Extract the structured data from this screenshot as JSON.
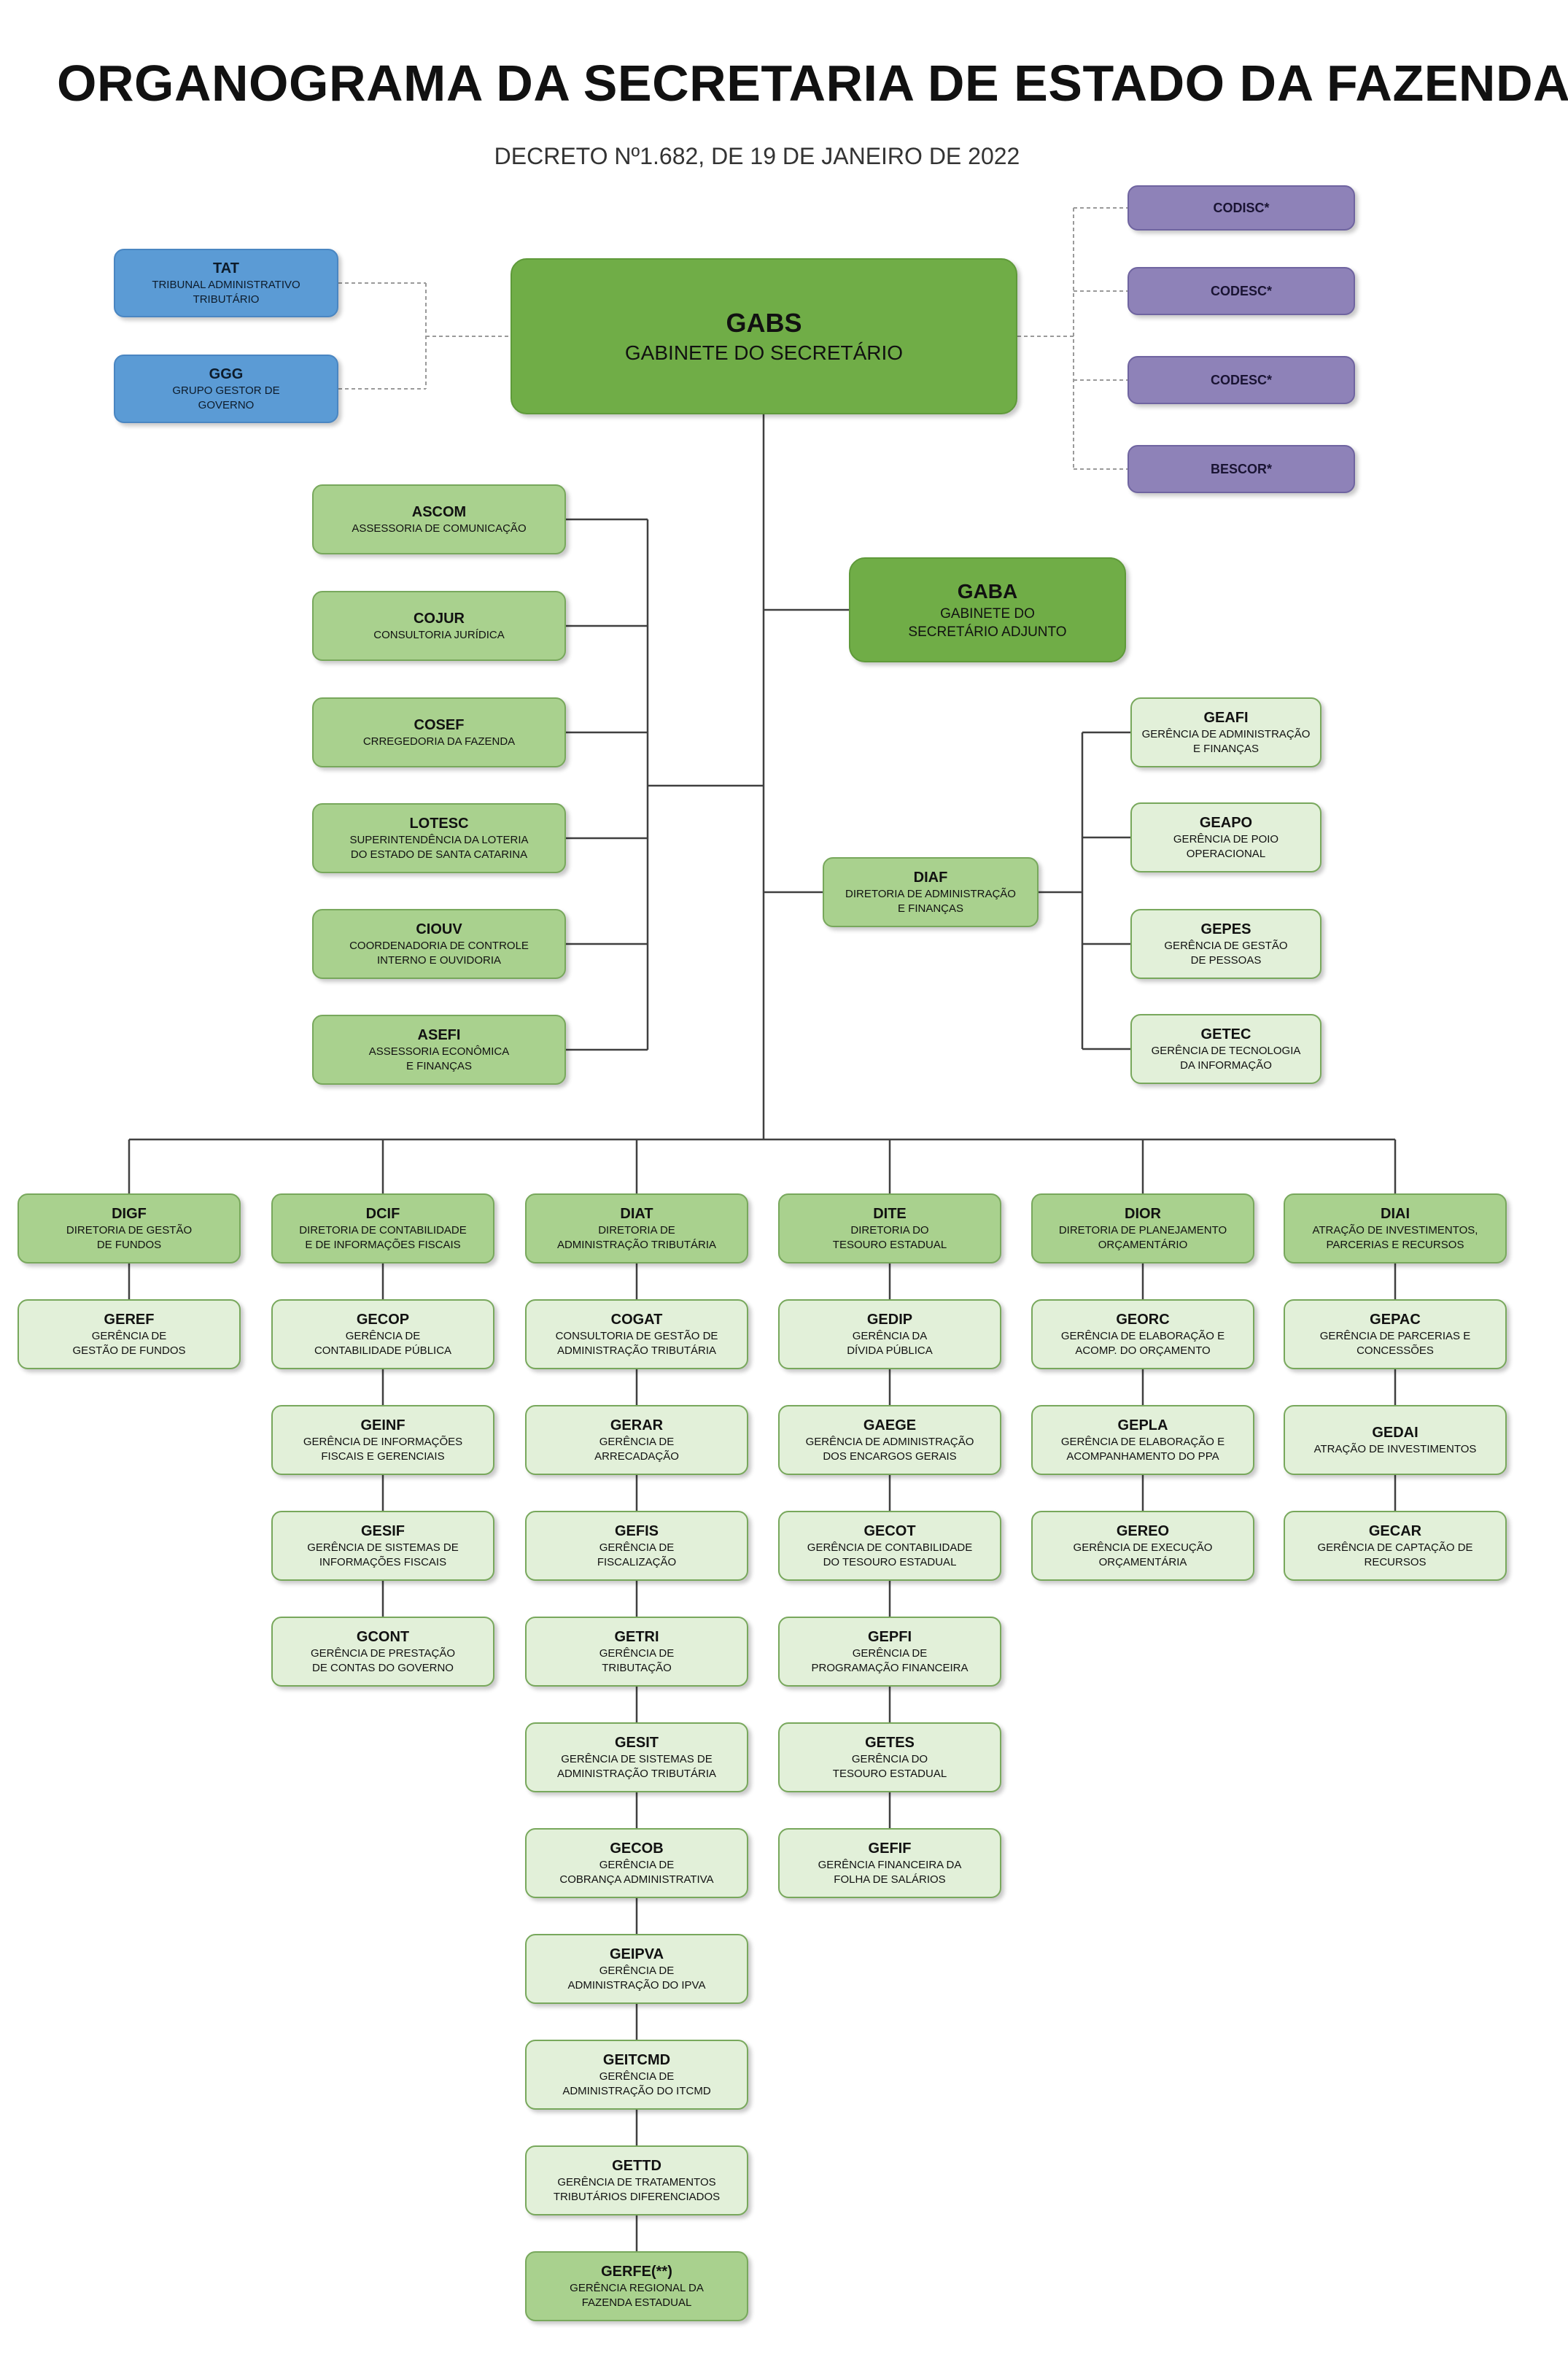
{
  "header": {
    "title": "ORGANOGRAMA DA SECRETARIA DE ESTADO DA FAZENDA",
    "subtitle": "DECRETO Nº1.682, DE 19 DE JANEIRO DE 2022"
  },
  "colors": {
    "blue": "#5b9bd5",
    "purple": "#8e82b8",
    "dark_green": "#70ad47",
    "mid_green": "#a9d18e",
    "light_green": "#e2f0d9",
    "line": "#404040",
    "dotted_line": "#9a9a9a"
  },
  "nodes": {
    "gabs": {
      "code": "GABS",
      "name": "GABINETE DO SECRETÁRIO"
    },
    "tat": {
      "code": "TAT",
      "name": "TRIBUNAL ADMINISTRATIVO\nTRIBUTÁRIO"
    },
    "ggg": {
      "code": "GGG",
      "name": "GRUPO GESTOR DE\nGOVERNO"
    },
    "codisc": {
      "code": "CODISC*",
      "name": ""
    },
    "codesc1": {
      "code": "CODESC*",
      "name": ""
    },
    "codesc2": {
      "code": "CODESC*",
      "name": ""
    },
    "bescor": {
      "code": "BESCOR*",
      "name": ""
    },
    "gaba": {
      "code": "GABA",
      "name": "GABINETE DO\nSECRETÁRIO ADJUNTO"
    },
    "ascom": {
      "code": "ASCOM",
      "name": "ASSESSORIA DE COMUNICAÇÃO"
    },
    "cojur": {
      "code": "COJUR",
      "name": "CONSULTORIA JURÍDICA"
    },
    "cosef": {
      "code": "COSEF",
      "name": "CRREGEDORIA DA FAZENDA"
    },
    "lotesc": {
      "code": "LOTESC",
      "name": "SUPERINTENDÊNCIA DA LOTERIA\nDO ESTADO DE SANTA CATARINA"
    },
    "ciouv": {
      "code": "CIOUV",
      "name": "COORDENADORIA DE CONTROLE\nINTERNO E OUVIDORIA"
    },
    "asefi": {
      "code": "ASEFI",
      "name": "ASSESSORIA ECONÔMICA\nE FINANÇAS"
    },
    "diaf": {
      "code": "DIAF",
      "name": "DIRETORIA DE ADMINISTRAÇÃO\nE FINANÇAS"
    },
    "geafi": {
      "code": "GEAFI",
      "name": "GERÊNCIA DE ADMINISTRAÇÃO\nE FINANÇAS"
    },
    "geapo": {
      "code": "GEAPO",
      "name": "GERÊNCIA DE POIO\nOPERACIONAL"
    },
    "gepes": {
      "code": "GEPES",
      "name": "GERÊNCIA DE GESTÃO\nDE PESSOAS"
    },
    "getec": {
      "code": "GETEC",
      "name": "GERÊNCIA DE TECNOLOGIA\nDA INFORMAÇÃO"
    },
    "digf": {
      "code": "DIGF",
      "name": "DIRETORIA DE GESTÃO\nDE FUNDOS"
    },
    "dcif": {
      "code": "DCIF",
      "name": "DIRETORIA DE CONTABILIDADE\nE DE INFORMAÇÕES FISCAIS"
    },
    "diat": {
      "code": "DIAT",
      "name": "DIRETORIA DE\nADMINISTRAÇÃO TRIBUTÁRIA"
    },
    "dite": {
      "code": "DITE",
      "name": "DIRETORIA DO\nTESOURO ESTADUAL"
    },
    "dior": {
      "code": "DIOR",
      "name": "DIRETORIA DE PLANEJAMENTO\nORÇAMENTÁRIO"
    },
    "diai": {
      "code": "DIAI",
      "name": "ATRAÇÃO DE INVESTIMENTOS,\nPARCERIAS E RECURSOS"
    },
    "geref": {
      "code": "GEREF",
      "name": "GERÊNCIA DE\nGESTÃO DE FUNDOS"
    },
    "gecop": {
      "code": "GECOP",
      "name": "GERÊNCIA DE\nCONTABILIDADE PÚBLICA"
    },
    "geinf": {
      "code": "GEINF",
      "name": "GERÊNCIA DE INFORMAÇÕES\nFISCAIS E GERENCIAIS"
    },
    "gesif": {
      "code": "GESIF",
      "name": "GERÊNCIA DE SISTEMAS DE\nINFORMAÇÕES FISCAIS"
    },
    "gcont": {
      "code": "GCONT",
      "name": "GERÊNCIA DE PRESTAÇÃO\nDE CONTAS DO GOVERNO"
    },
    "cogat": {
      "code": "COGAT",
      "name": "CONSULTORIA DE GESTÃO DE\nADMINISTRAÇÃO TRIBUTÁRIA"
    },
    "gerar": {
      "code": "GERAR",
      "name": "GERÊNCIA DE\nARRECADAÇÃO"
    },
    "gefis": {
      "code": "GEFIS",
      "name": "GERÊNCIA DE\nFISCALIZAÇÃO"
    },
    "getri": {
      "code": "GETRI",
      "name": "GERÊNCIA DE\nTRIBUTAÇÃO"
    },
    "gesit": {
      "code": "GESIT",
      "name": "GERÊNCIA DE SISTEMAS DE\nADMINISTRAÇÃO TRIBUTÁRIA"
    },
    "gecob": {
      "code": "GECOB",
      "name": "GERÊNCIA DE\nCOBRANÇA ADMINISTRATIVA"
    },
    "geipva": {
      "code": "GEIPVA",
      "name": "GERÊNCIA DE\nADMINISTRAÇÃO DO IPVA"
    },
    "geitcmd": {
      "code": "GEITCMD",
      "name": "GERÊNCIA DE\nADMINISTRAÇÃO DO ITCMD"
    },
    "gettd": {
      "code": "GETTD",
      "name": "GERÊNCIA DE TRATAMENTOS\nTRIBUTÁRIOS DIFERENCIADOS"
    },
    "gerfe": {
      "code": "GERFE(**)",
      "name": "GERÊNCIA REGIONAL DA\nFAZENDA ESTADUAL"
    },
    "gedip": {
      "code": "GEDIP",
      "name": "GERÊNCIA DA\nDÍVIDA PÚBLICA"
    },
    "gaege": {
      "code": "GAEGE",
      "name": "GERÊNCIA DE ADMINISTRAÇÃO\nDOS ENCARGOS GERAIS"
    },
    "gecot": {
      "code": "GECOT",
      "name": "GERÊNCIA DE CONTABILIDADE\nDO TESOURO ESTADUAL"
    },
    "gepfi": {
      "code": "GEPFI",
      "name": "GERÊNCIA DE\nPROGRAMAÇÃO FINANCEIRA"
    },
    "getes": {
      "code": "GETES",
      "name": "GERÊNCIA DO\nTESOURO ESTADUAL"
    },
    "gefif": {
      "code": "GEFIF",
      "name": "GERÊNCIA FINANCEIRA DA\nFOLHA DE SALÁRIOS"
    },
    "georc": {
      "code": "GEORC",
      "name": "GERÊNCIA DE ELABORAÇÃO E\nACOMP. DO ORÇAMENTO"
    },
    "gepla": {
      "code": "GEPLA",
      "name": "GERÊNCIA DE ELABORAÇÃO E\nACOMPANHAMENTO DO PPA"
    },
    "gereo": {
      "code": "GEREO",
      "name": "GERÊNCIA DE EXECUÇÃO\nORÇAMENTÁRIA"
    },
    "gepac": {
      "code": "GEPAC",
      "name": "GERÊNCIA DE PARCERIAS E\nCONCESSÕES"
    },
    "gedai": {
      "code": "GEDAI",
      "name": "ATRAÇÃO DE INVESTIMENTOS"
    },
    "gecar": {
      "code": "GECAR",
      "name": "GERÊNCIA DE CAPTAÇÃO DE\nRECURSOS"
    }
  }
}
